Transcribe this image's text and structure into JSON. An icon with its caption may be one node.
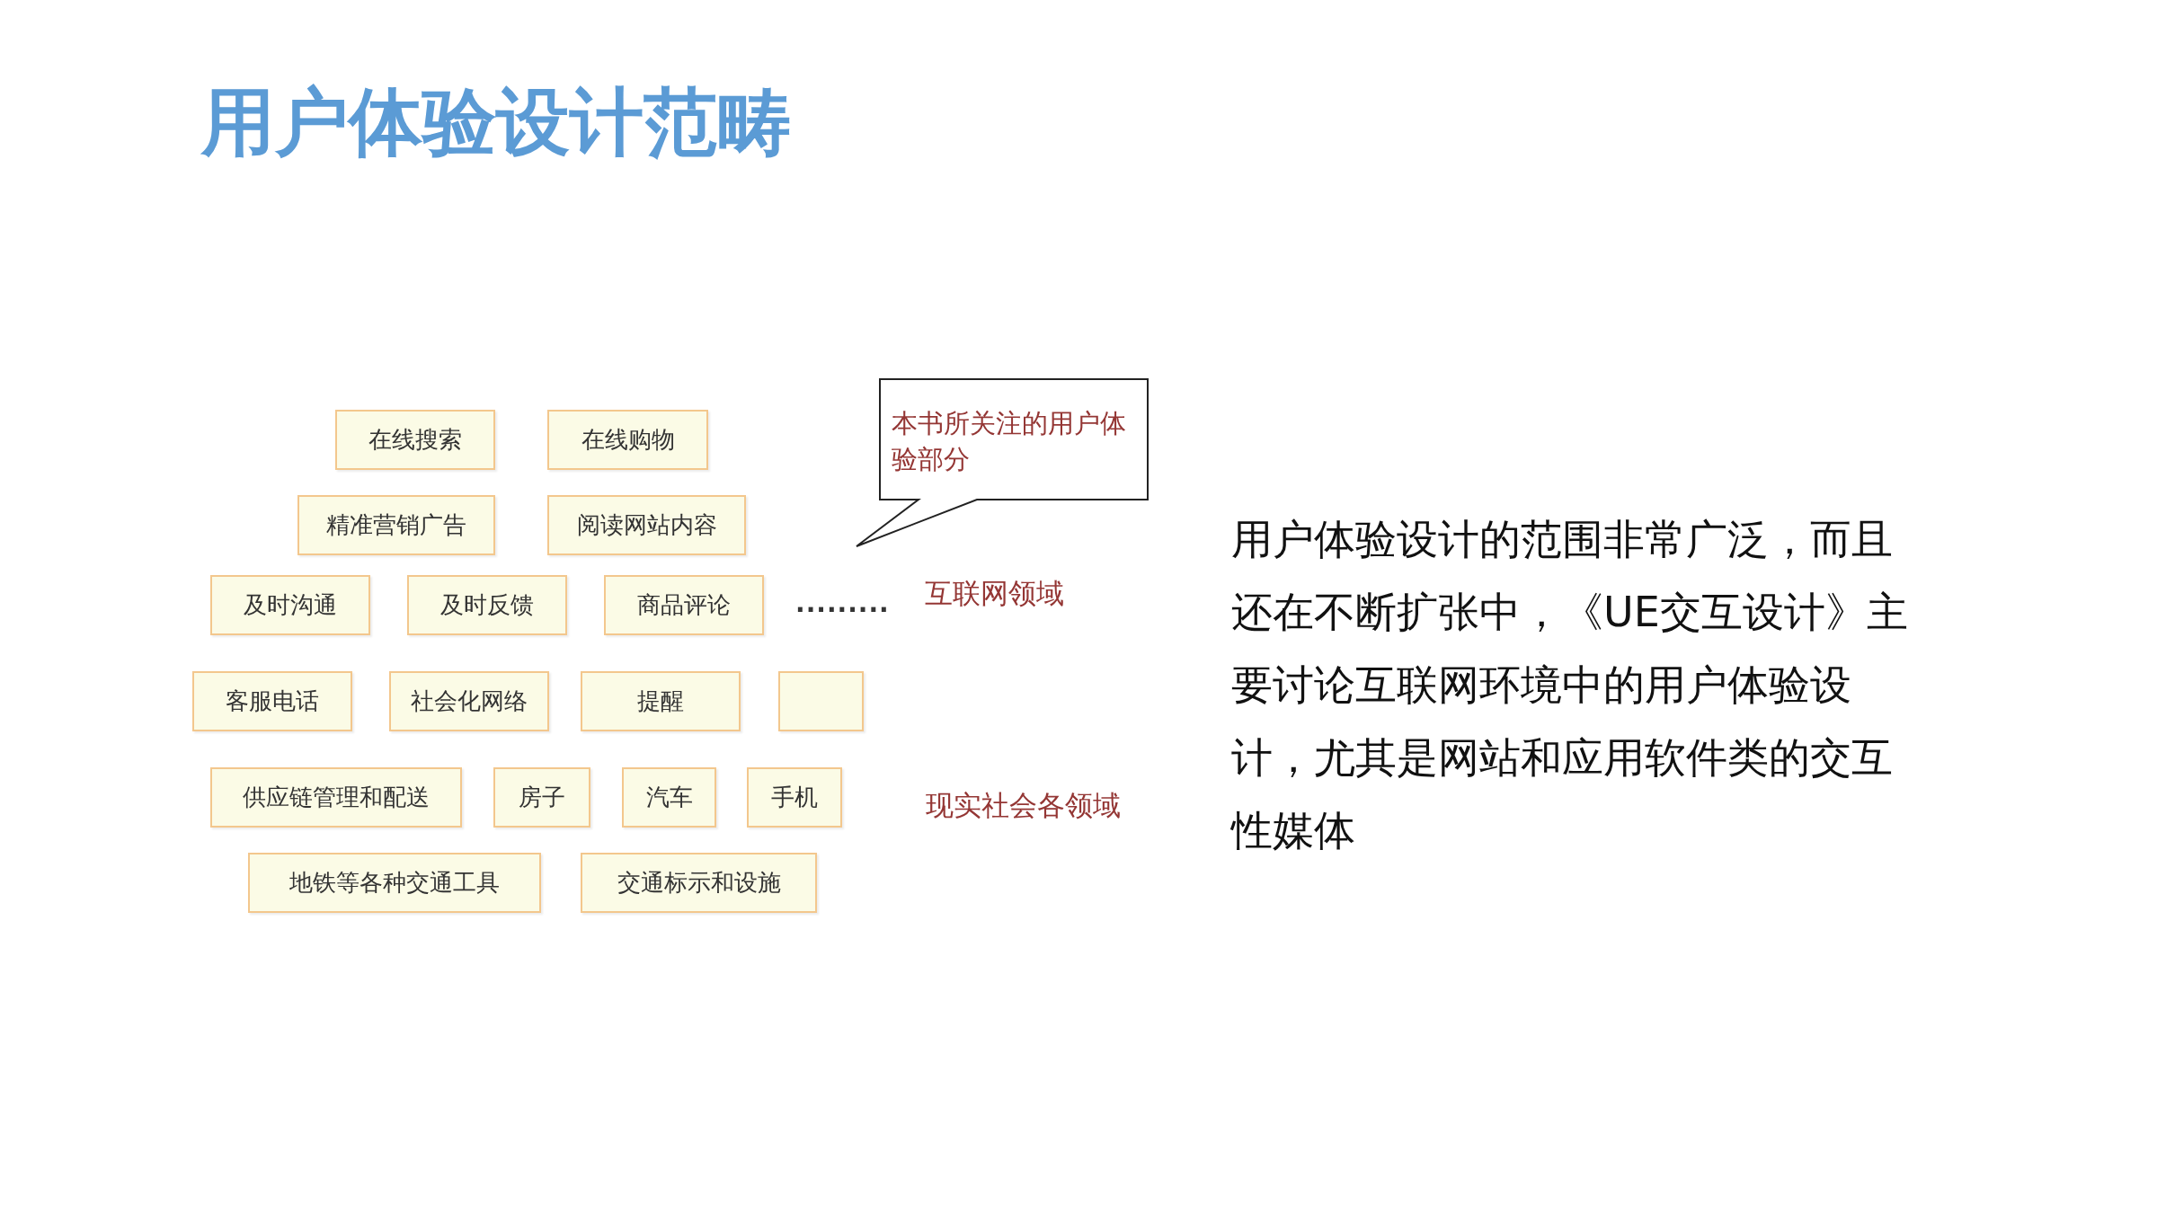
{
  "diagram": {
    "title": "用户体验设计范畴",
    "nodes": [
      {
        "text": [
          "在线搜索"
        ]
      },
      {
        "text": [
          "在线购物"
        ]
      },
      {
        "text": [
          "本书所关注的用户体验部分"
        ]
      },
      {
        "text": [
          "精准营销广告"
        ]
      },
      {
        "text": [
          "阅读网站内容"
        ]
      },
      {
        "text": [
          "及时沟通"
        ]
      },
      {
        "text": [
          "及时反馈"
        ]
      },
      {
        "text": [
          "商品评论"
        ]
      },
      {
        "text": [
          "客服电话"
        ]
      },
      {
        "text": [
          "社会化网络"
        ]
      },
      {
        "text": [
          "提醒"
        ]
      },
      {
        "text": [],
        "shape": "box"
      },
      {
        "text": [
          "供应链管理和配送"
        ]
      },
      {
        "text": [
          "房子"
        ]
      },
      {
        "text": [
          "汽车"
        ]
      },
      {
        "text": [
          "手机"
        ]
      },
      {
        "text": [
          "地铁等各种交通工具"
        ]
      },
      {
        "text": [
          "交通标示和设施"
        ]
      }
    ],
    "edges": [],
    "labels": [
      ".........",
      "互联网领域",
      "现实社会各领域",
      "用户体验设计的范围非常广泛，而且还在不断扩张中，《UE交互设计》主要讨论互联网环境中的用户体验设计，尤其是网站和应用软件类的交互性媒体"
    ]
  }
}
